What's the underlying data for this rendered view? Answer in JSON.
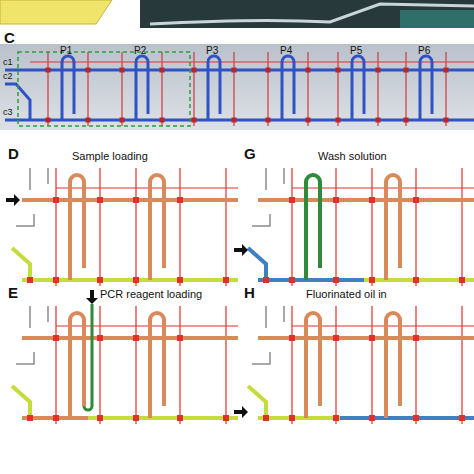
{
  "diagram": {
    "labels": [
      "C",
      "P1",
      "P2",
      "P3",
      "P4",
      "P5",
      "P6",
      "c1",
      "c2",
      "c3",
      "D",
      "Sample loading",
      "G",
      "Wash solution",
      "E",
      "PCR reagent loading",
      "H",
      "Fluorinated oil in"
    ]
  }
}
